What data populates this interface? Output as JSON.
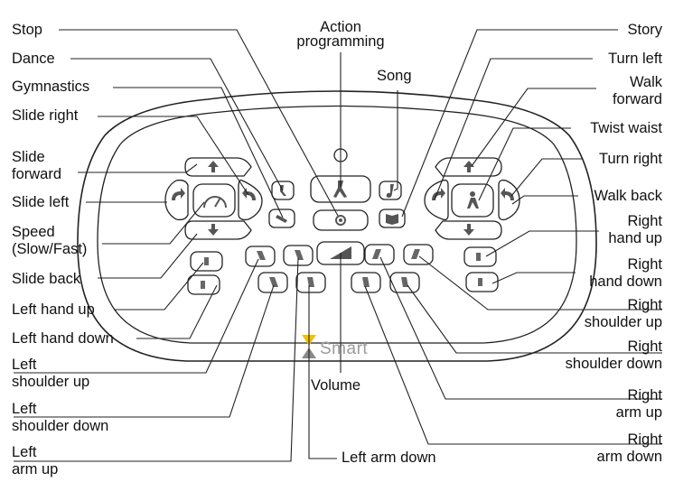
{
  "labels": {
    "stop": "Stop",
    "dance": "Dance",
    "gymnastics": "Gymnastics",
    "slide_right": "Slide right",
    "slide_forward": "Slide\nforward",
    "slide_left": "Slide left",
    "speed": "Speed\n(Slow/Fast)",
    "slide_back": "Slide back",
    "left_hand_up": "Left hand up",
    "left_hand_down": "Left hand down",
    "left_shoulder_up": "Left\nshoulder up",
    "left_shoulder_down": "Left\nshoulder down",
    "left_arm_up": "Left\narm up",
    "action_programming": "Action\nprogramming",
    "song": "Song",
    "volume": "Volume",
    "left_arm_down": "Left arm down",
    "story": "Story",
    "turn_left": "Turn left",
    "walk_forward": "Walk\nforward",
    "twist_waist": "Twist waist",
    "turn_right": "Turn right",
    "walk_back": "Walk back",
    "right_hand_up": "Right\nhand up",
    "right_hand_down": "Right\nhand down",
    "right_shoulder_up": "Right\nshoulder up",
    "right_shoulder_down": "Right\nshoulder down",
    "right_arm_up": "Right\narm up",
    "right_arm_down": "Right\narm down"
  },
  "brand": {
    "logo_text": "Smart",
    "logo_color": "#f2c200"
  }
}
